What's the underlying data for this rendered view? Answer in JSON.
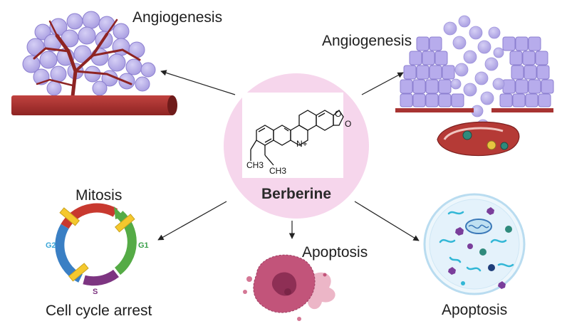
{
  "center": {
    "title": "Berberine",
    "atoms": {
      "oxygen_1": "O",
      "oxygen_2": "O",
      "methyl_1": "CH3",
      "methyl_2": "CH3",
      "nitrogen": "N+"
    },
    "colors": {
      "circle": "#f6d6ec",
      "card": "#ffffff"
    }
  },
  "panels": {
    "top_left": {
      "label": "Angiogenesis"
    },
    "top_right": {
      "label": "Angiogenesis"
    },
    "mitosis": {
      "title": "Mitosis",
      "caption": "Cell cycle arrest",
      "phases": {
        "g1": "G1",
        "g2": "G2",
        "s": "S"
      }
    },
    "bottom_mid": {
      "label": "Apoptosis"
    },
    "bottom_right": {
      "label": "Apoptosis"
    }
  },
  "colors": {
    "cell": "#b3a9e8",
    "cell_edge": "#8c7fd0",
    "vessel": "#a83432",
    "vessel_dark": "#7c1f1e",
    "cycle_red": "#c8392f",
    "cycle_green": "#55ab46",
    "cycle_purple": "#7d3581",
    "cycle_blue": "#3a7fc4",
    "checkpoint": "#f5c82d",
    "apoptotic": "#c2547a",
    "petri": "#e4f2fb"
  }
}
